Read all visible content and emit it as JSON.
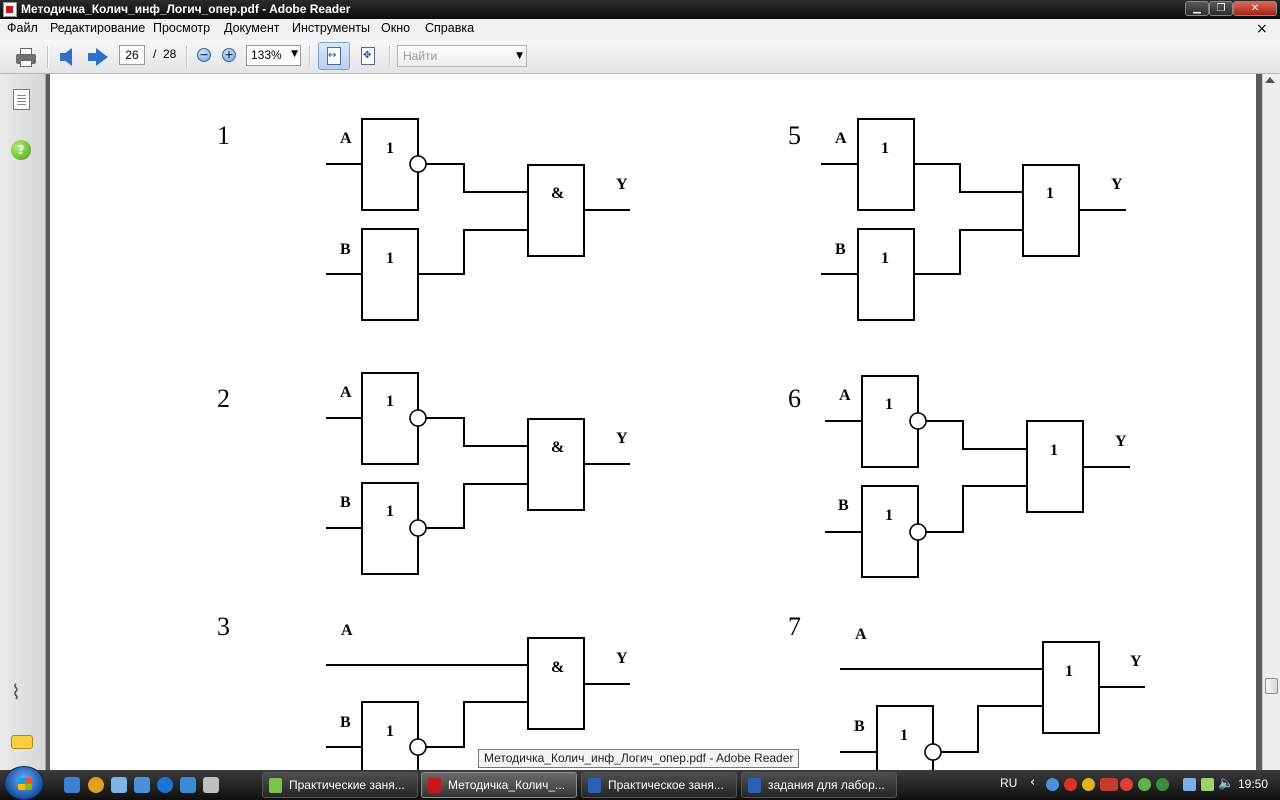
{
  "window": {
    "title": "Методичка_Колич_инф_Логич_опер.pdf - Adobe Reader"
  },
  "menu": [
    "Файл",
    "Редактирование",
    "Просмотр",
    "Документ",
    "Инструменты",
    "Окно",
    "Справка"
  ],
  "toolbar": {
    "page_current": "26",
    "page_separator": "/",
    "page_total": "28",
    "zoom": "133%",
    "search_placeholder": "Найти"
  },
  "diagrams": [
    {
      "number": "1",
      "gate1": "1",
      "gate2": "1",
      "out_gate": "&",
      "in_a": "A",
      "in_b": "B",
      "out": "Y"
    },
    {
      "number": "2",
      "gate1": "1",
      "gate2": "1",
      "out_gate": "&",
      "in_a": "A",
      "in_b": "B",
      "out": "Y"
    },
    {
      "number": "3",
      "gate2": "1",
      "out_gate": "&",
      "in_a": "A",
      "in_b": "B",
      "out": "Y"
    },
    {
      "number": "5",
      "gate1": "1",
      "gate2": "1",
      "out_gate": "1",
      "in_a": "A",
      "in_b": "B",
      "out": "Y"
    },
    {
      "number": "6",
      "gate1": "1",
      "gate2": "1",
      "out_gate": "1",
      "in_a": "A",
      "in_b": "B",
      "out": "Y"
    },
    {
      "number": "7",
      "gate2": "1",
      "out_gate": "1",
      "in_a": "A",
      "in_b": "B",
      "out": "Y"
    }
  ],
  "tooltip": "Методичка_Колич_инф_Логич_опер.pdf - Adobe Reader",
  "taskbar": {
    "tasks": [
      {
        "label": "Практические заня...",
        "color": "#7cc44e"
      },
      {
        "label": "Методичка_Колич_...",
        "color": "#c8161d"
      },
      {
        "label": "Практическое заня...",
        "color": "#2b5eb7"
      },
      {
        "label": "задания для лабор...",
        "color": "#2b5eb7"
      }
    ],
    "language": "RU",
    "clock": "19:50"
  }
}
